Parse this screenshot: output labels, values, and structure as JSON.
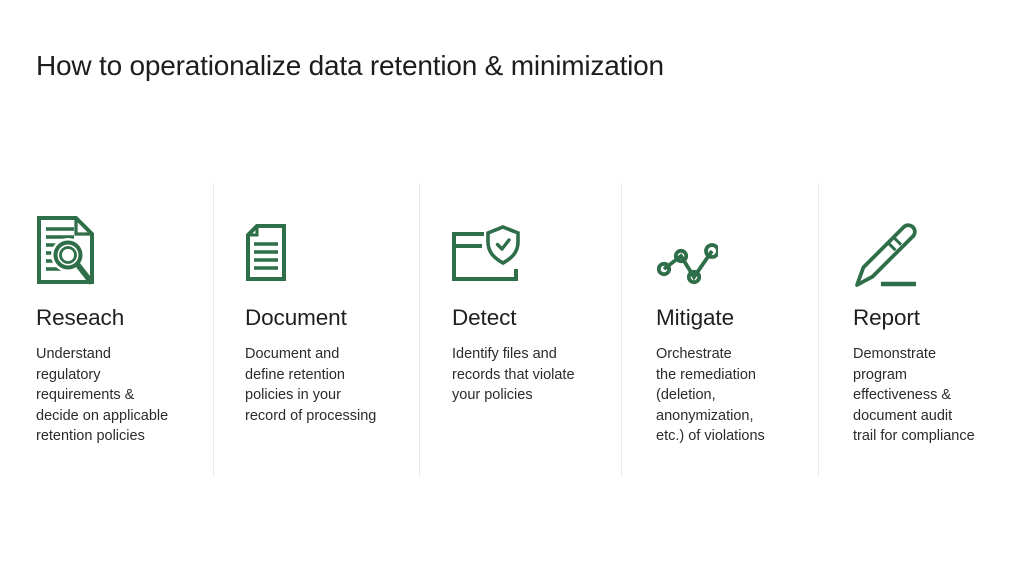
{
  "title": "How to operationalize data retention & minimization",
  "colors": {
    "accent_green": "#2e6e49",
    "title_text": "#1d1d1f",
    "body_text": "#2b2b2b",
    "divider": "#e9e9e9",
    "background": "#ffffff"
  },
  "steps": [
    {
      "icon": "document-magnifier-icon",
      "title": "Reseach",
      "description": "Understand\nregulatory\nrequirements &\ndecide on applicable\nretention policies"
    },
    {
      "icon": "document-icon",
      "title": "Document",
      "description": "Document and\ndefine retention\npolicies in your\nrecord of processing"
    },
    {
      "icon": "folder-shield-check-icon",
      "title": "Detect",
      "description": "Identify files and\nrecords that violate\nyour policies"
    },
    {
      "icon": "activity-nodes-icon",
      "title": "Mitigate",
      "description": "Orchestrate\nthe remediation\n(deletion,\nanonymization,\n etc.) of violations"
    },
    {
      "icon": "pencil-icon",
      "title": "Report",
      "description": "Demonstrate\nprogram\neffectiveness &\ndocument audit\ntrail for compliance"
    }
  ]
}
